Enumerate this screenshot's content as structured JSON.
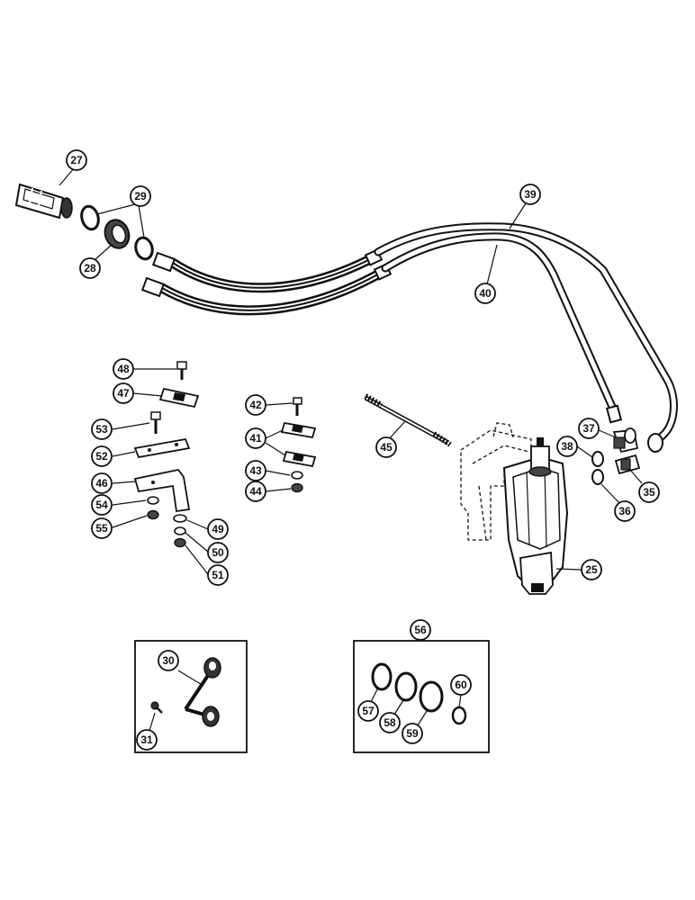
{
  "diagram": {
    "callouts": {
      "c25": "25",
      "c27": "27",
      "c28": "28",
      "c29": "29",
      "c30": "30",
      "c31": "31",
      "c35": "35",
      "c36": "36",
      "c37": "37",
      "c38": "38",
      "c39": "39",
      "c40": "40",
      "c41": "41",
      "c42": "42",
      "c43": "43",
      "c44": "44",
      "c45": "45",
      "c46": "46",
      "c47": "47",
      "c48": "48",
      "c49": "49",
      "c50": "50",
      "c51": "51",
      "c52": "52",
      "c53": "53",
      "c54": "54",
      "c55": "55",
      "c56": "56",
      "c57": "57",
      "c58": "58",
      "c59": "59",
      "c60": "60"
    },
    "colors": {
      "ink": "#111111",
      "paper": "#ffffff"
    }
  }
}
